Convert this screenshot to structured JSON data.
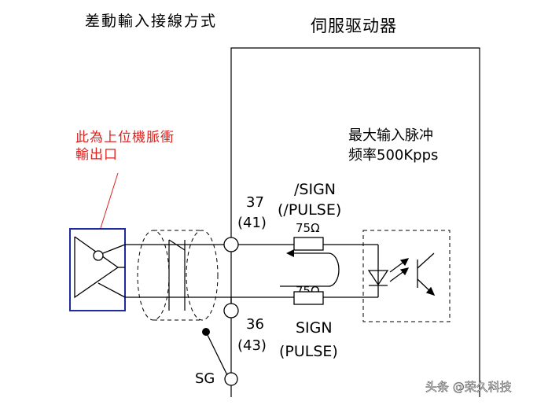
{
  "header": {
    "wiring_title": "差動輸入接線方式",
    "drive_title": "伺服驱动器"
  },
  "annotations": {
    "upper_pulse_output": [
      "此為上位機脈衝",
      "輸出口"
    ],
    "max_input_pulse": [
      "最大输入脉冲",
      "频率500Kpps"
    ]
  },
  "pins": {
    "top_number": "37",
    "top_alt": "(41)",
    "bottom_number": "36",
    "bottom_alt": "(43)",
    "ground": "SG"
  },
  "signals": {
    "top_label": "/SIGN",
    "top_alt": "(/PULSE)",
    "bottom_label": "SIGN",
    "bottom_alt": "(PULSE)"
  },
  "resistors": {
    "top_value": "75Ω",
    "bottom_value": "75Ω"
  },
  "watermark": "头条 @荣久科技",
  "colors": {
    "line": "#000000",
    "annotation_red": "#e0201c",
    "output_box_blue": "#1f2a9c"
  }
}
